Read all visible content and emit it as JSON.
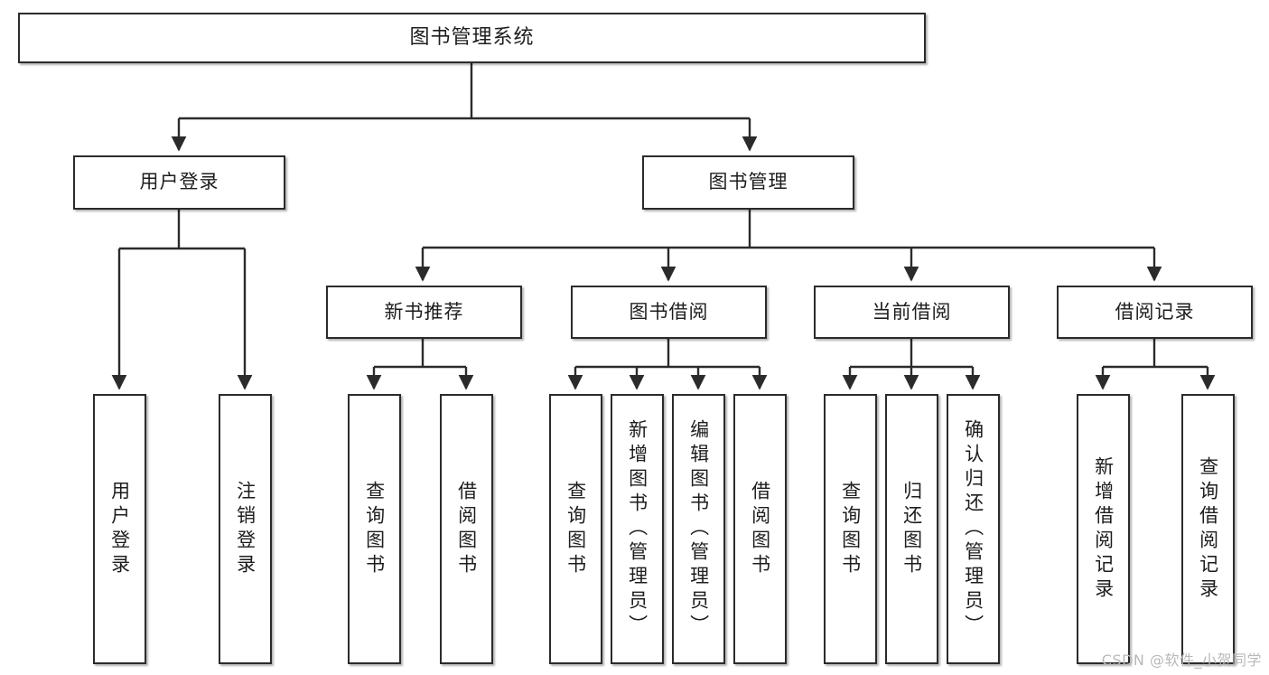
{
  "diagram": {
    "type": "tree",
    "title": "图书管理系统",
    "orientation": "top-down",
    "colors": {
      "box_fill": "#ffffff",
      "box_border": "#2b2b2b",
      "text": "#1d1d1d",
      "connector": "#2b2b2b",
      "watermark": "#b9b9b9",
      "background": "#ffffff"
    },
    "watermark": "CSDN @软件_小贺同学"
  },
  "nodes": {
    "root": {
      "label": "图书管理系统"
    },
    "level2": [
      {
        "id": "user-login",
        "label": "用户登录"
      },
      {
        "id": "book-manage",
        "label": "图书管理"
      }
    ],
    "level3": [
      {
        "id": "new-book-recommend",
        "label": "新书推荐"
      },
      {
        "id": "book-borrow",
        "label": "图书借阅"
      },
      {
        "id": "current-borrow",
        "label": "当前借阅"
      },
      {
        "id": "borrow-record",
        "label": "借阅记录"
      }
    ],
    "leaves": [
      {
        "id": "leaf-user-login",
        "label": "用户登录",
        "parent": "user-login"
      },
      {
        "id": "leaf-logout-login",
        "label": "注销登录",
        "parent": "user-login"
      },
      {
        "id": "leaf-query-book-1",
        "label": "查询图书",
        "parent": "new-book-recommend"
      },
      {
        "id": "leaf-borrow-book-1",
        "label": "借阅图书",
        "parent": "new-book-recommend"
      },
      {
        "id": "leaf-query-book-2",
        "label": "查询图书",
        "parent": "book-borrow"
      },
      {
        "id": "leaf-add-book",
        "label": "新增图书（管理员）",
        "parent": "book-borrow"
      },
      {
        "id": "leaf-edit-book",
        "label": "编辑图书（管理员）",
        "parent": "book-borrow"
      },
      {
        "id": "leaf-borrow-book-2",
        "label": "借阅图书",
        "parent": "book-borrow"
      },
      {
        "id": "leaf-query-book-3",
        "label": "查询图书",
        "parent": "current-borrow"
      },
      {
        "id": "leaf-return-book",
        "label": "归还图书",
        "parent": "current-borrow"
      },
      {
        "id": "leaf-confirm-return",
        "label": "确认归还（管理员）",
        "parent": "current-borrow"
      },
      {
        "id": "leaf-add-record",
        "label": "新增借阅记录",
        "parent": "borrow-record"
      },
      {
        "id": "leaf-query-record",
        "label": "查询借阅记录",
        "parent": "borrow-record"
      }
    ]
  }
}
